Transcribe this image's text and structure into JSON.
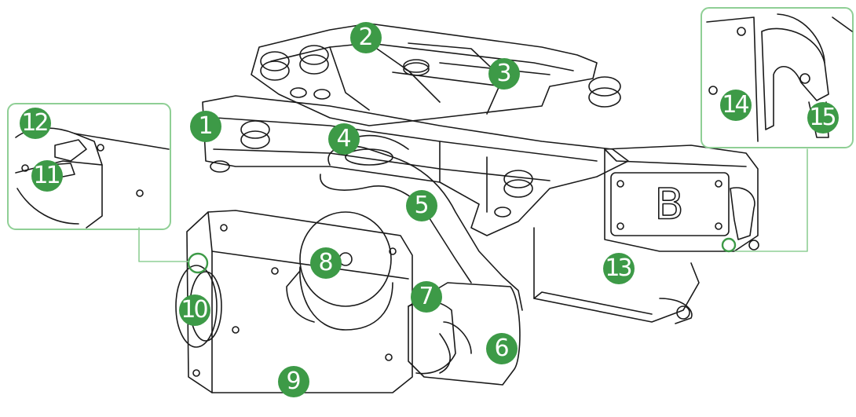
{
  "figure": {
    "callouts": [
      {
        "id": "1",
        "label": "1"
      },
      {
        "id": "2",
        "label": "2"
      },
      {
        "id": "3",
        "label": "3"
      },
      {
        "id": "4",
        "label": "4"
      },
      {
        "id": "5",
        "label": "5"
      },
      {
        "id": "6",
        "label": "6"
      },
      {
        "id": "7",
        "label": "7"
      },
      {
        "id": "8",
        "label": "8"
      },
      {
        "id": "9",
        "label": "9"
      },
      {
        "id": "10",
        "label": "10"
      },
      {
        "id": "11",
        "label": "11"
      },
      {
        "id": "12",
        "label": "12"
      },
      {
        "id": "13",
        "label": "13"
      },
      {
        "id": "14",
        "label": "14"
      },
      {
        "id": "15",
        "label": "15"
      }
    ],
    "plate_letter": "B",
    "colors": {
      "badge": "#3d9a47",
      "inset_border": "#8fcf95",
      "line": "#1a1a1a",
      "background": "#ffffff"
    }
  }
}
